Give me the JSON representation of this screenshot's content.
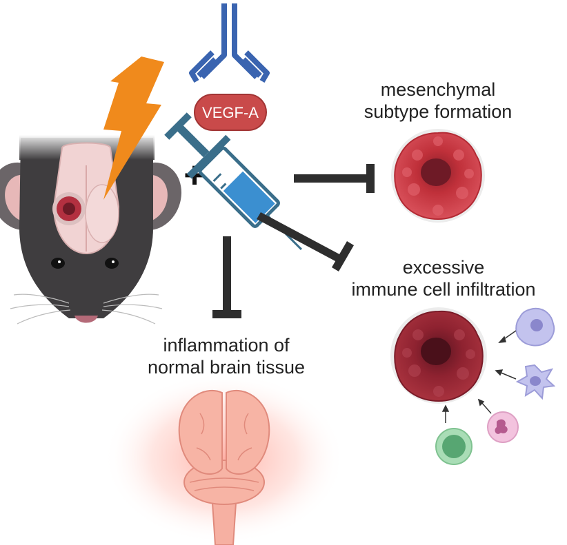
{
  "antibody": {
    "target_label": "VEGF-A"
  },
  "combination_symbol": "+",
  "outcomes": {
    "mesenchymal": {
      "line1": "mesenchymal",
      "line2": "subtype formation"
    },
    "immune": {
      "line1": "excessive",
      "line2": "immune cell infiltration"
    },
    "inflammation": {
      "line1": "inflammation of",
      "line2": "normal brain tissue"
    }
  },
  "colors": {
    "lightning": "#f08a1c",
    "antibody": "#3a64b0",
    "vegf_pill": "#c94a4a",
    "syringe": "#3a6e8a",
    "syringe_fluid": "#3b8fd0",
    "inhibitor_bar": "#2e2e2e",
    "tumor": "#c0303a",
    "brain_glow": "#ff8a78",
    "mouse_fur": "#3f3d3f"
  }
}
